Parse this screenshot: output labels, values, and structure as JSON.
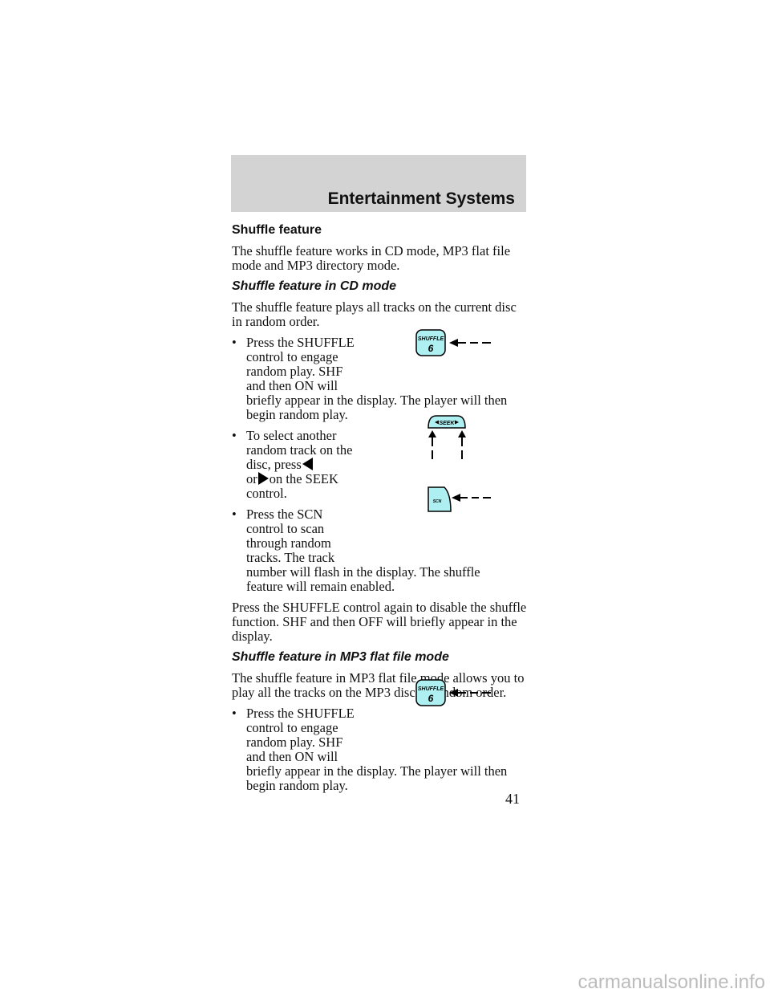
{
  "header": {
    "title": "Entertainment Systems"
  },
  "section": {
    "title": "Shuffle feature",
    "intro": "The shuffle feature works in CD mode, MP3 flat file mode and MP3 directory mode."
  },
  "cd_mode": {
    "title": "Shuffle feature in CD mode",
    "intro": "The shuffle feature plays all tracks on the current disc in random order.",
    "bullet1_lines": [
      "Press the SHUFFLE",
      "control to engage",
      "random play. SHF",
      "and then ON will",
      "briefly appear in the display. The player will then",
      "begin random play."
    ],
    "bullet2_lines": [
      "To select another",
      "random track on the",
      "disc, press",
      "or",
      "on the SEEK",
      "control."
    ],
    "bullet3_lines": [
      "Press the SCN",
      "control to scan",
      "through random",
      "tracks. The track",
      "number will flash in the display. The shuffle",
      "feature will remain enabled."
    ],
    "outro": "Press the SHUFFLE control again to disable the shuffle function. SHF and then OFF will briefly appear in the display."
  },
  "mp3_mode": {
    "title": "Shuffle feature in MP3 flat file mode",
    "intro": "The shuffle feature in MP3 flat file mode allows you to play all the tracks on the MP3 disc in random order.",
    "bullet1_lines": [
      "Press the SHUFFLE",
      "control to engage",
      "random play. SHF",
      "and then ON will",
      "briefly appear in the display. The player will then",
      "begin random play."
    ]
  },
  "buttons": {
    "shuffle_label": "SHUFFLE",
    "shuffle_number": "6",
    "seek_label": "SEEK",
    "scn_label": "SCN"
  },
  "colors": {
    "button_fill": "#aef0f2",
    "header_band": "#d3d3d3"
  },
  "page_number": "41",
  "watermark": "carmanualsonline.info"
}
